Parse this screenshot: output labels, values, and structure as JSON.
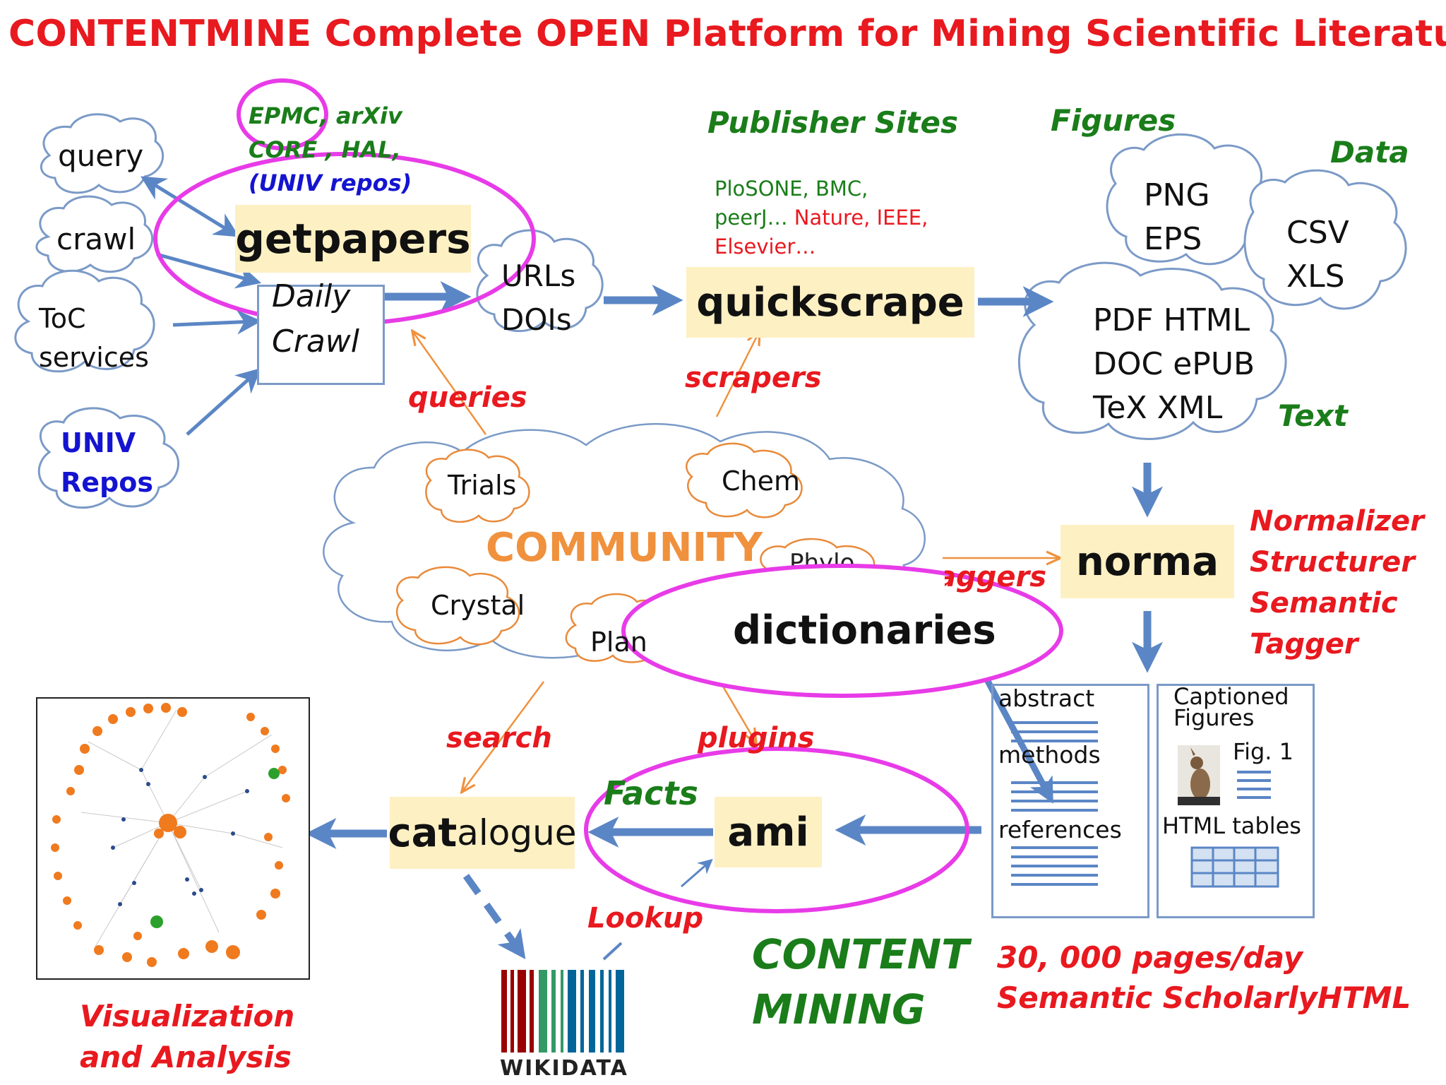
{
  "title": "CONTENTMINE Complete OPEN Platform for Mining Scientific Literature",
  "sources": {
    "query": "query",
    "crawl": "crawl",
    "toc_line1": "ToC",
    "toc_line2": "services",
    "univ_line1": "UNIV",
    "univ_line2": "Repos"
  },
  "repos": {
    "line1_a": "EPMC,",
    "line1_b": " arXiv",
    "line2": "CORE , HAL,",
    "line3": "(UNIV repos)"
  },
  "getpapers": "getpapers",
  "daily_crawl_line1": "Daily",
  "daily_crawl_line2": "Crawl",
  "urls": "URLs",
  "dois": "DOIs",
  "publisher_sites": "Publisher Sites",
  "publishers": {
    "line1": "PloSONE, BMC,",
    "line2_green": "peerJ… ",
    "line2_red": "Nature, IEEE,",
    "line3": "Elsevier…"
  },
  "quickscrape": "quickscrape",
  "figures_label": "Figures",
  "data_label": "Data",
  "text_label": "Text",
  "png": "PNG",
  "eps": "EPS",
  "csv": "CSV",
  "xls": "XLS",
  "formats": [
    "PDF HTML",
    "DOC ePUB",
    "TeX XML"
  ],
  "queries": "queries",
  "scrapers": "scrapers",
  "community": {
    "label": "COMMUNITY",
    "trials": "Trials",
    "chem": "Chem",
    "crystal": "Crystal",
    "plants_partial": "Plan",
    "phylo_partial": "Phylo"
  },
  "taggers_partial": "taggers",
  "norma": "norma",
  "norma_roles": [
    "Normalizer",
    "Structurer",
    "Semantic",
    "Tagger"
  ],
  "dictionaries": "dictionaries",
  "search": "search",
  "plugins": "plugins",
  "facts": "Facts",
  "lookup": "Lookup",
  "catalogue_bold": "cat",
  "catalogue_rest": "alogue",
  "ami": "ami",
  "content_mining_line1": "CONTENT",
  "content_mining_line2": "MINING",
  "scholarly": {
    "abstract": "abstract",
    "methods": "methods",
    "references": "references",
    "captioned_line1": "Captioned",
    "captioned_line2": "Figures",
    "fig1": "Fig. 1",
    "html_tables": "HTML tables"
  },
  "throughput_line1": "30, 000 pages/day",
  "throughput_line2": "Semantic ScholarlyHTML",
  "visualization_line1": "Visualization",
  "visualization_line2": "and Analysis",
  "wikidata": "WIKIDATA",
  "colors": {
    "title_red": "#e8191f",
    "label_green": "#1a7d1a",
    "repo_blue": "#1414d0",
    "arrow_blue": "#5b86c5",
    "highlight_magenta": "#e83be8",
    "community_orange": "#f0913d",
    "box_fill": "#fdf0c3"
  }
}
